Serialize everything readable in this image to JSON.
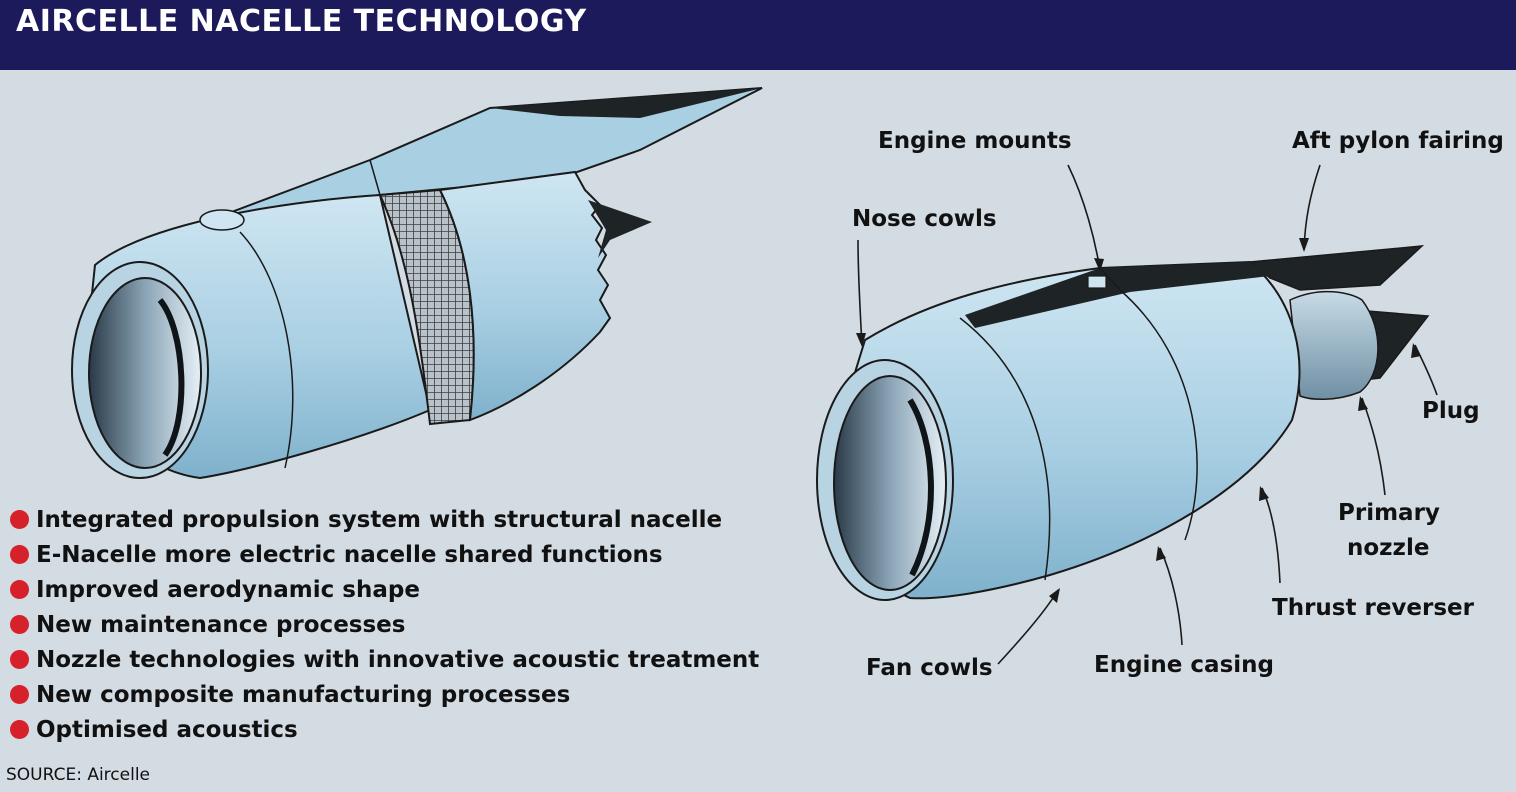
{
  "title": "AIRCELLE NACELLE TECHNOLOGY",
  "features": [
    "Integrated propulsion system with structural nacelle",
    "E-Nacelle more electric nacelle shared functions",
    "Improved aerodynamic shape",
    "New maintenance processes",
    "Nozzle technologies with innovative acoustic treatment",
    "New composite manufacturing processes",
    "Optimised acoustics"
  ],
  "source": "SOURCE: Aircelle",
  "callouts": {
    "engine_mounts": "Engine mounts",
    "aft_pylon_fairing": "Aft pylon fairing",
    "nose_cowls": "Nose cowls",
    "plug": "Plug",
    "primary_nozzle_line1": "Primary",
    "primary_nozzle_line2": "nozzle",
    "thrust_reverser": "Thrust reverser",
    "fan_cowls": "Fan cowls",
    "engine_casing": "Engine casing"
  },
  "colors": {
    "title_bar": "#1d1a5c",
    "background": "#d3dbe3",
    "nacelle_blue": "#a9cfe3",
    "bullet_red": "#d6202a"
  }
}
